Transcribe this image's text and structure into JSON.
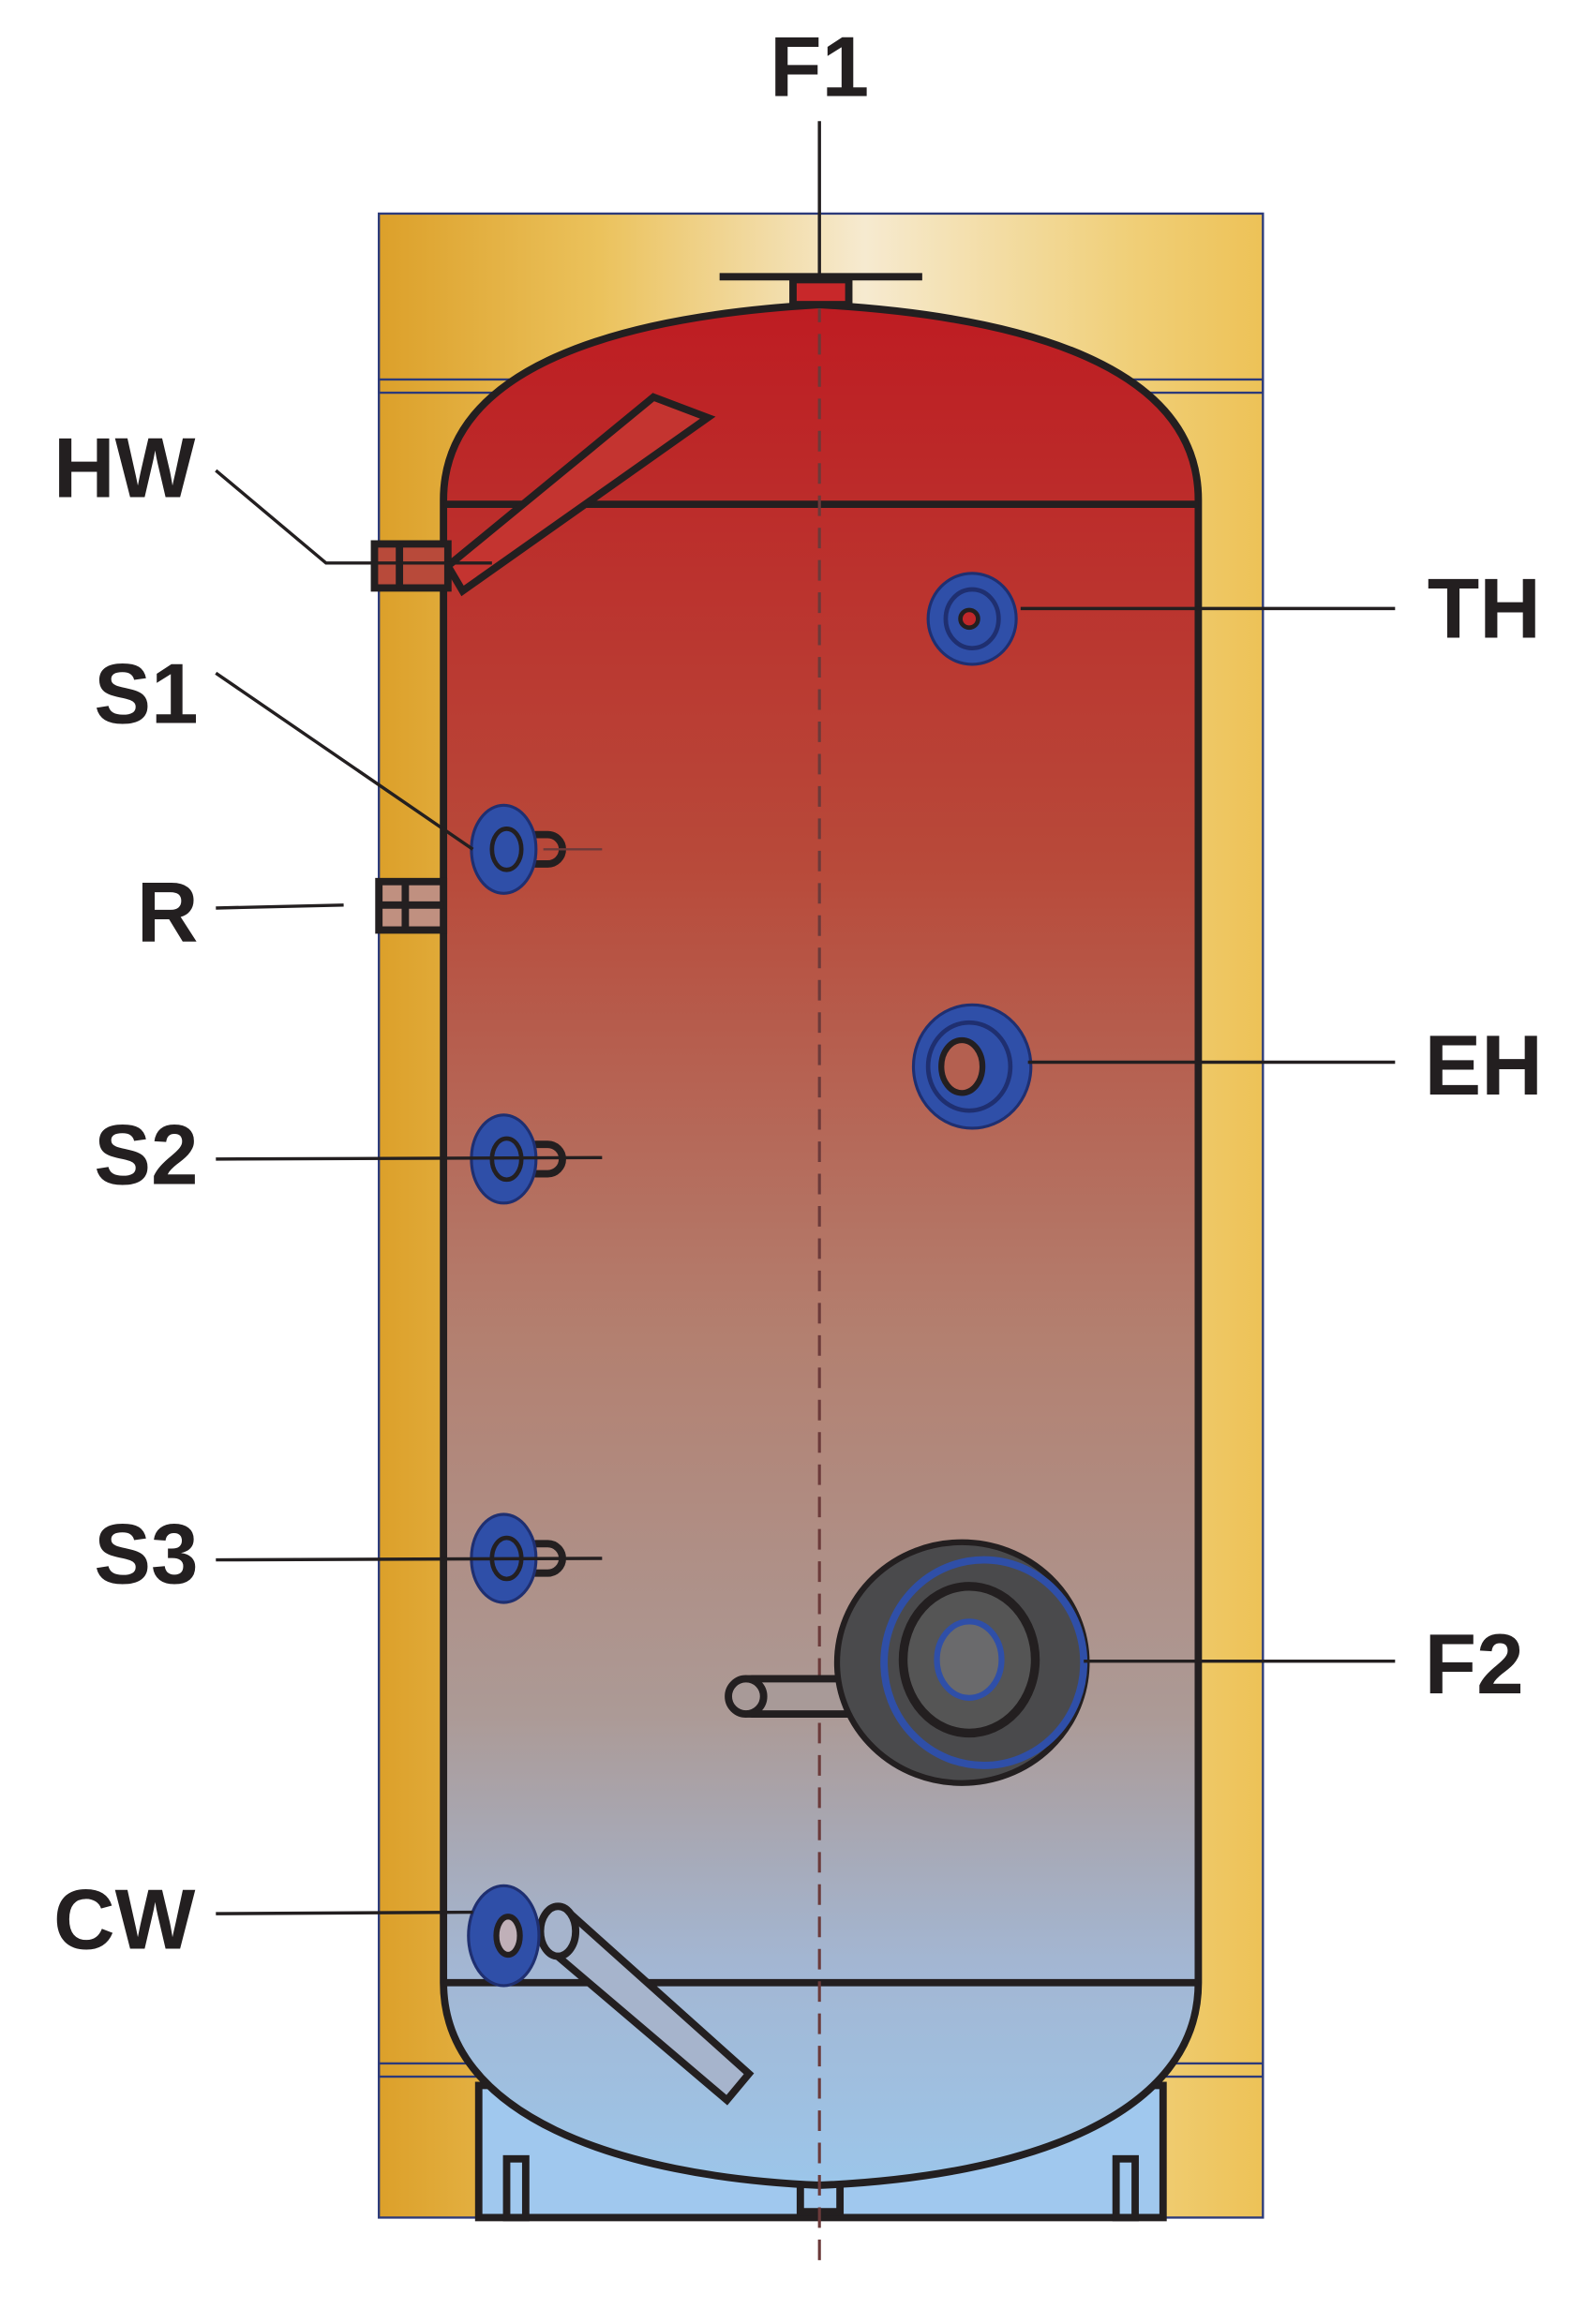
{
  "labels": {
    "f1": "F1",
    "hw": "HW",
    "th": "TH",
    "s1": "S1",
    "r": "R",
    "eh": "EH",
    "s2": "S2",
    "s3": "S3",
    "f2": "F2",
    "cw": "CW"
  },
  "colors": {
    "insulation_dark": "#dca02a",
    "insulation_light": "#f6ead0",
    "tank_hot": "#be1c22",
    "tank_cold": "#9cc6ea",
    "flange": "#2f4fa8",
    "outline": "#231f20"
  }
}
